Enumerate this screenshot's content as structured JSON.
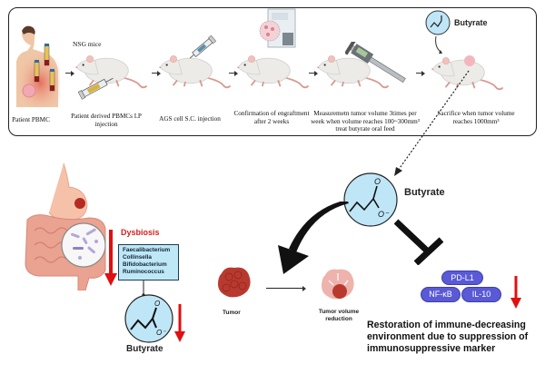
{
  "top_panel": {
    "nsg_label": "NSG mice",
    "butyrate_label": "Butyrate",
    "steps": [
      {
        "label": "Patient PBMC"
      },
      {
        "label": "Patient derived PBMCs I.P injection"
      },
      {
        "label": "AGS cell S.C. injection"
      },
      {
        "label": "Confirmation of engraftment after 2 weeks"
      },
      {
        "label": "Measuremetn tumor volume 3times per week when volume reaches 100~300mm³ treat butyrate oral feed"
      },
      {
        "label": "Sacrifice when tumor volume reaches 1000mm³"
      }
    ]
  },
  "gut_panel": {
    "dysbiosis_label": "Dysbiosis",
    "bacteria": [
      "Faecalibacterium",
      "Collinsella",
      "Bifidobacterium",
      "Ruminococcus"
    ],
    "butyrate_label": "Butyrate"
  },
  "mechanism": {
    "butyrate_label": "Butyrate",
    "molecule_o": "O",
    "molecule_o_minus": "O⁻",
    "tumor_label": "Tumor",
    "tumor_reduction_label": "Tumor volume reduction",
    "markers": [
      "PD-L1",
      "NF-κB",
      "IL-10"
    ],
    "conclusion": "Restoration of immune-decreasing environment due to suppression of immunosuppressive marker"
  },
  "colors": {
    "red_arrow": "#e01010",
    "molecule_fill": "#bfe6f7",
    "marker_fill": "#5a5ad6",
    "dysbiosis_text": "#d41f1f",
    "tumor": "#b83a2e"
  }
}
